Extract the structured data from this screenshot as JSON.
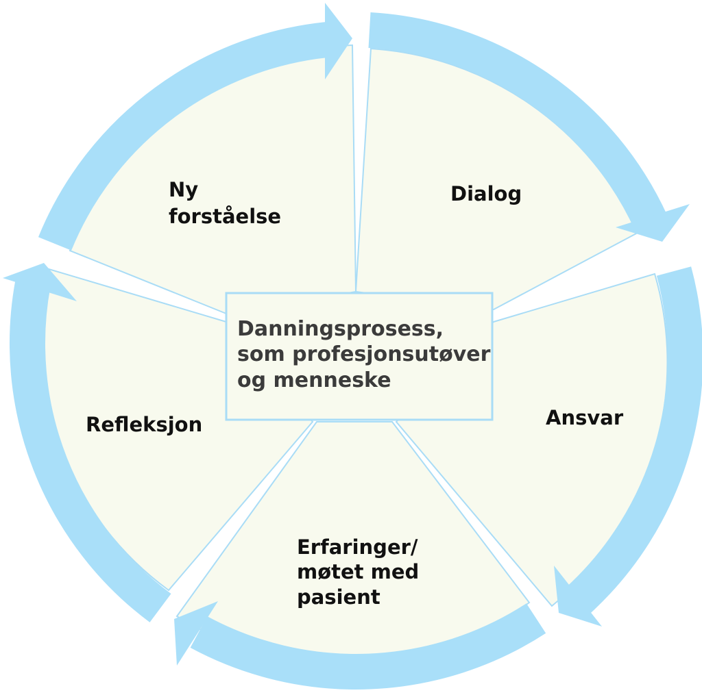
{
  "diagram": {
    "center": {
      "lines": [
        "Danningsprosess,",
        "som profesjonsutøver",
        "og menneske"
      ]
    },
    "stages": [
      {
        "id": "dialog",
        "lines": [
          "Dialog"
        ]
      },
      {
        "id": "ansvar",
        "lines": [
          "Ansvar"
        ]
      },
      {
        "id": "erfaringer",
        "lines": [
          "Erfaringer/",
          "møtet med",
          "pasient"
        ]
      },
      {
        "id": "refleksjon",
        "lines": [
          "Refleksjon"
        ]
      },
      {
        "id": "ny-forstaelse",
        "lines": [
          "Ny",
          "forståelse"
        ]
      }
    ],
    "colors": {
      "arrow": "#a9dff9",
      "segment_fill": "#f8faee",
      "segment_border": "#a9dcf6",
      "label_text": "#111111",
      "center_text": "#3b3b3b"
    }
  }
}
